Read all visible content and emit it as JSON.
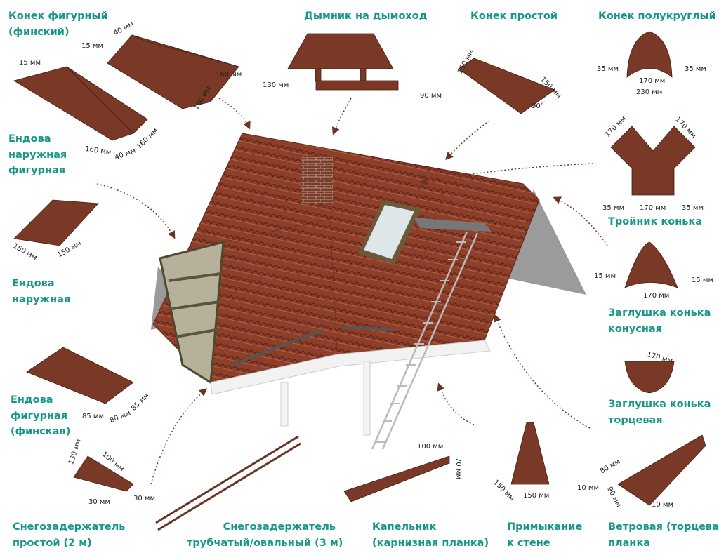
{
  "colors": {
    "title": "#17978a",
    "metal": "#7a3826",
    "tile": "#8e3f2a",
    "arrow": "#6b3324"
  },
  "items": [
    {
      "name": "Конек фигурный (финский)",
      "lines": [
        "Конек фигурный",
        "(финский)"
      ],
      "dims": [
        "40 мм",
        "15 мм",
        "160 мм",
        "160 мм"
      ]
    },
    {
      "name": "Ендова наружная фигурная",
      "lines": [
        "Ендова",
        "наружная",
        "фигурная"
      ],
      "dims": [
        "15 мм",
        "160 мм",
        "40 мм",
        "160 мм"
      ]
    },
    {
      "name": "Дымник на дымоход",
      "lines": [
        "Дымник на дымоход"
      ],
      "dims": [
        "130 мм",
        "90 мм"
      ]
    },
    {
      "name": "Конек простой",
      "lines": [
        "Конек простой"
      ],
      "dims": [
        "150 мм",
        "150 мм",
        "90°"
      ]
    },
    {
      "name": "Конек полукруглый",
      "lines": [
        "Конек полукруглый"
      ],
      "dims": [
        "35 мм",
        "35 мм",
        "170 мм",
        "230 мм"
      ]
    },
    {
      "name": "Тройник конька",
      "lines": [
        "Тройник конька"
      ],
      "dims": [
        "170 мм",
        "170 мм",
        "35 мм",
        "170 мм",
        "35 мм"
      ]
    },
    {
      "name": "Ендова наружная",
      "lines": [
        "Ендова",
        "наружная"
      ],
      "dims": [
        "150 мм",
        "150 мм"
      ]
    },
    {
      "name": "Заглушка конька конусная",
      "lines": [
        "Заглушка конька",
        "конусная"
      ],
      "dims": [
        "15 мм",
        "15 мм",
        "170 мм"
      ]
    },
    {
      "name": "Ендова фигурная (финская)",
      "lines": [
        "Ендова",
        "фигурная",
        "(финская)"
      ],
      "dims": [
        "85 мм",
        "80 мм",
        "85 мм"
      ]
    },
    {
      "name": "Заглушка конька торцевая",
      "lines": [
        "Заглушка конька",
        "торцевая"
      ],
      "dims": [
        "170 мм"
      ]
    },
    {
      "name": "Снегозадержатель простой (2 м)",
      "lines": [
        "Снегозадержатель",
        "простой (2 м)"
      ],
      "dims": [
        "130 мм",
        "100 мм",
        "30 мм",
        "30 мм"
      ]
    },
    {
      "name": "Снегозадержатель трубчатый/овальный (3 м)",
      "lines": [
        "Снегозадержатель",
        "трубчатый/овальный (3 м)"
      ],
      "dims": []
    },
    {
      "name": "Капельник (карнизная планка)",
      "lines": [
        "Капельник",
        "(карнизная планка)"
      ],
      "dims": [
        "100 мм",
        "70 мм"
      ]
    },
    {
      "name": "Примыкание к стене",
      "lines": [
        "Примыкание",
        "к стене"
      ],
      "dims": [
        "150 мм",
        "150 мм"
      ]
    },
    {
      "name": "Ветровая (торцевая) планка",
      "lines": [
        "Ветровая (торцевая)",
        "планка"
      ],
      "dims": [
        "80 мм",
        "10 мм",
        "90 мм",
        "10 мм"
      ]
    }
  ]
}
